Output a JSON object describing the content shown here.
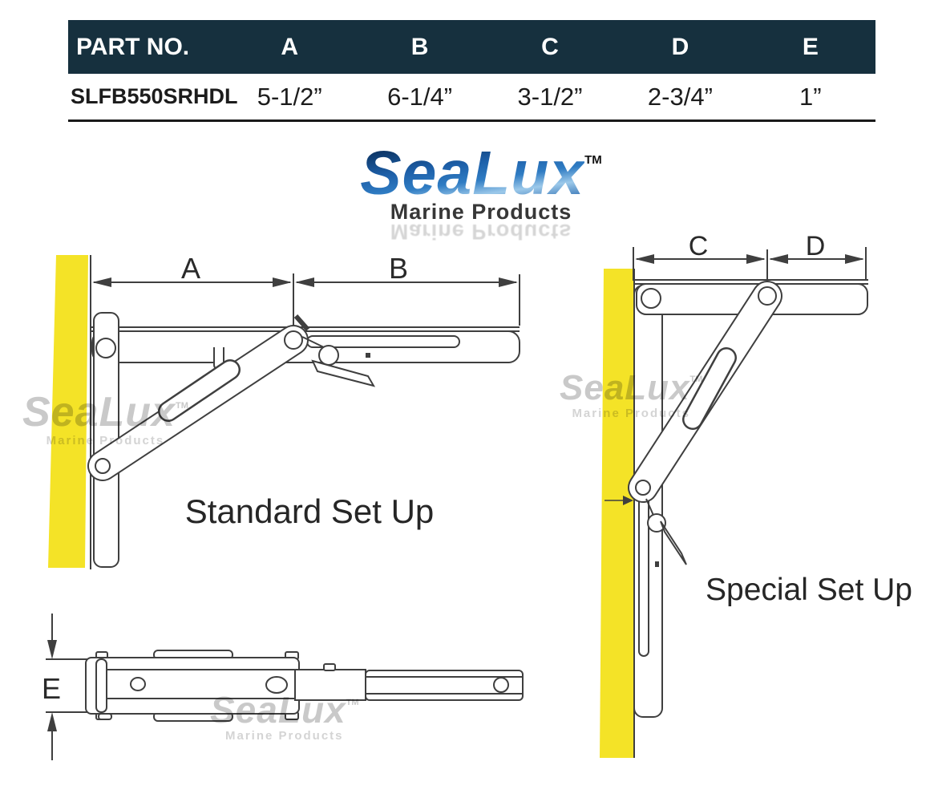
{
  "table": {
    "header_bg": "#16303e",
    "header_text_color": "#ffffff",
    "headers": [
      "PART NO.",
      "A",
      "B",
      "C",
      "D",
      "E"
    ],
    "row": [
      "SLFB550SRHDL",
      "5-1/2”",
      "6-1/4”",
      "3-1/2”",
      "2-3/4”",
      "1”"
    ]
  },
  "logo": {
    "brand": "SeaLux",
    "tm": "TM",
    "tagline": "Marine Products",
    "blue_dark": "#0a2f5c",
    "blue": "#1d5fa8",
    "blue_light": "#9cc9ea"
  },
  "watermark": {
    "brand": "SeaLux",
    "tm": "TM",
    "tagline": "Marine Products"
  },
  "diagrams": {
    "wall_color": "#f4e327",
    "line_color": "#3f3f3f",
    "standard": {
      "label": "Standard Set Up",
      "dims": {
        "a": "A",
        "b": "B"
      }
    },
    "special": {
      "label": "Special Set Up",
      "dims": {
        "c": "C",
        "d": "D"
      }
    },
    "folded": {
      "dims": {
        "e": "E"
      }
    }
  }
}
